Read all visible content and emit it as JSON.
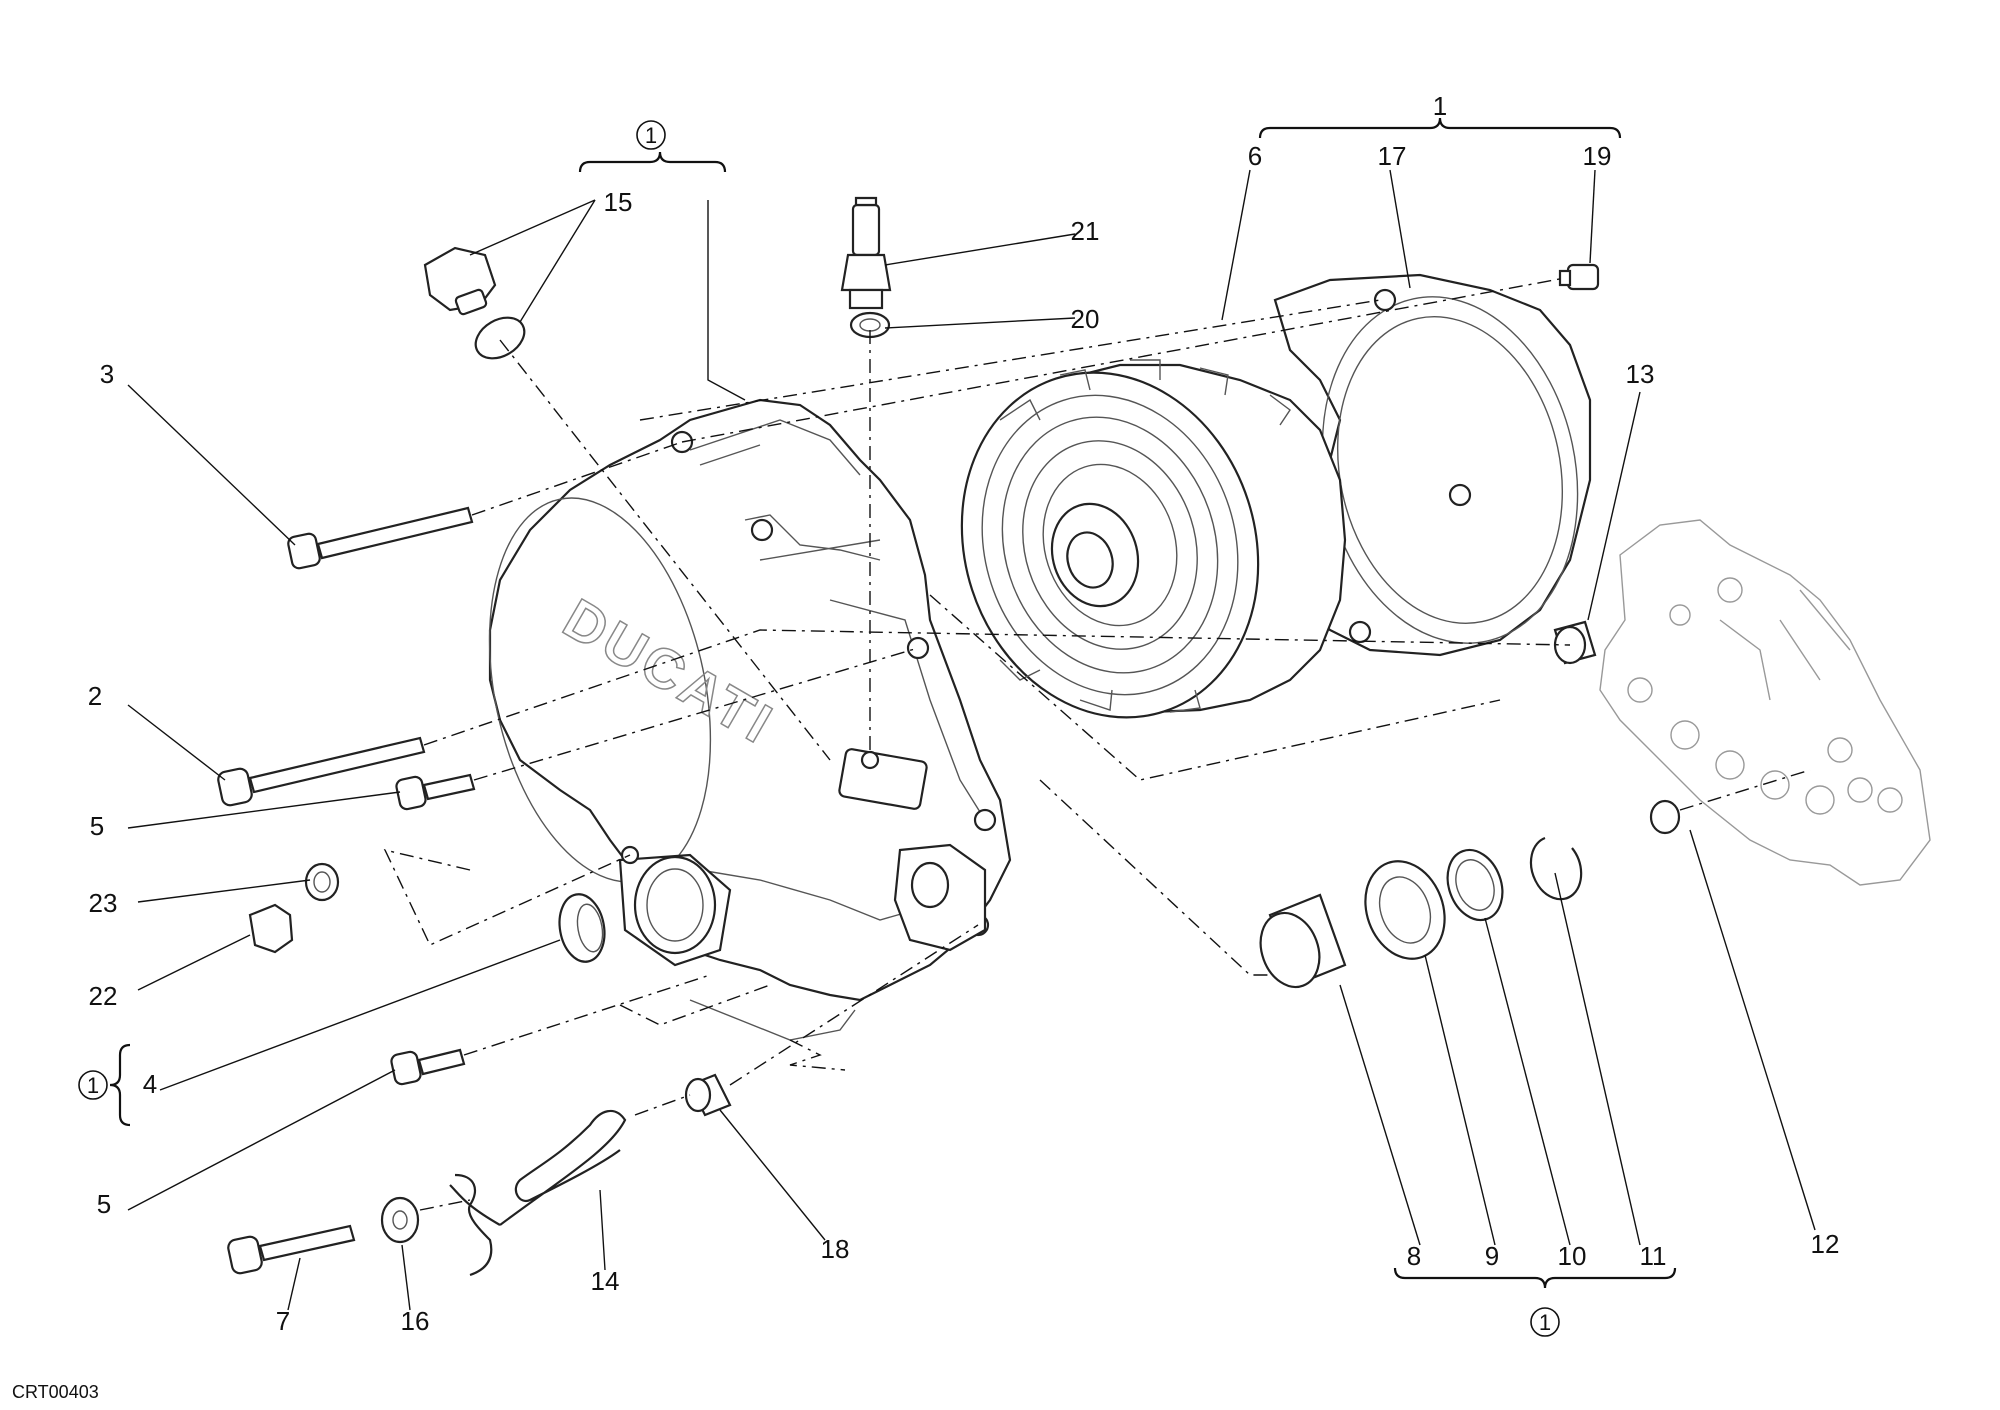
{
  "diagram": {
    "drawing_code": "CRT00403",
    "circled_marker": "1",
    "brand_mark": "DUCATI",
    "callouts": [
      "1",
      "2",
      "3",
      "4",
      "5",
      "5",
      "6",
      "7",
      "8",
      "9",
      "10",
      "11",
      "12",
      "13",
      "14",
      "15",
      "16",
      "17",
      "18",
      "19",
      "20",
      "21",
      "22",
      "23"
    ]
  }
}
